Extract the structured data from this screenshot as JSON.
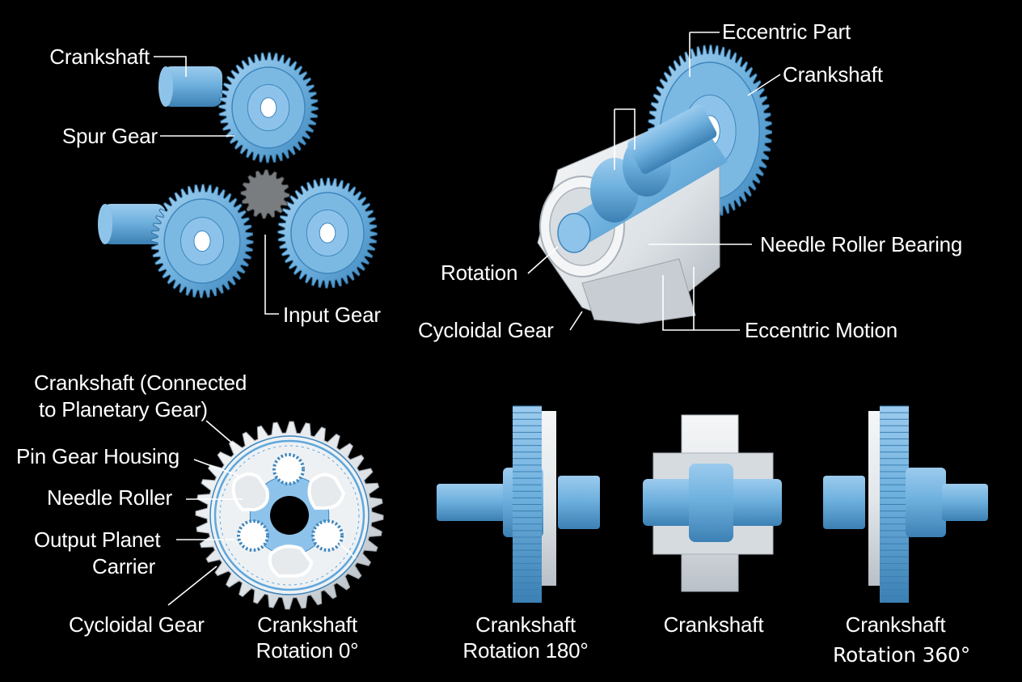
{
  "colors": {
    "background": "#000000",
    "gear_blue": "#6fb1de",
    "gear_blue_dark": "#3f86bd",
    "gear_blue_light": "#a9d3f0",
    "housing_white": "#e9ecef",
    "housing_shadow": "#b9c0c7",
    "leader_line": "#ffffff"
  },
  "panels": {
    "spur_gear_view": {
      "labels": {
        "crankshaft": "Crankshaft",
        "spur_gear": "Spur Gear",
        "input_gear": "Input Gear"
      }
    },
    "exploded_view": {
      "labels": {
        "eccentric_part": "Eccentric Part",
        "crankshaft": "Crankshaft",
        "needle_roller_bearing": "Needle Roller Bearing",
        "rotation": "Rotation",
        "cycloidal_gear": "Cycloidal Gear",
        "eccentric_motion": "Eccentric Motion"
      }
    },
    "front_view": {
      "labels": {
        "crankshaft_connected_line1": "Crankshaft (Connected",
        "crankshaft_connected_line2": "to Planetary Gear)",
        "pin_gear_housing": "Pin Gear Housing",
        "needle_roller": "Needle Roller",
        "output_planet_carrier_line1": "Output Planet",
        "output_planet_carrier_line2": "Carrier",
        "cycloidal_gear": "Cycloidal Gear"
      }
    },
    "rotation_sequence": {
      "captions": [
        {
          "line1": "Crankshaft",
          "line2": "Rotation 0°"
        },
        {
          "line1": "Crankshaft",
          "line2": "Rotation 180°"
        },
        {
          "line1": "Crankshaft",
          "line2": ""
        },
        {
          "line1": "Crankshaft",
          "line2": "Rotation 360°"
        }
      ]
    }
  }
}
